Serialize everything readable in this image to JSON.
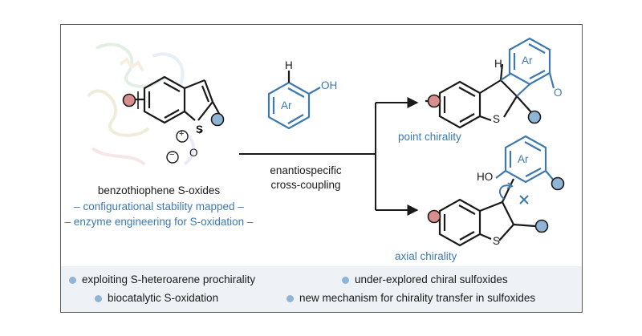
{
  "reagent": {
    "atom_h": "H",
    "group_oh": "OH",
    "ring_label": "Ar"
  },
  "substrate": {
    "name": "benzothiophene S-oxides",
    "atom_s": "S",
    "atom_o": "O",
    "charge_plus": "+",
    "charge_minus": "−"
  },
  "notes": [
    "– configurational stability mapped –",
    "– enzyme engineering for S-oxidation –"
  ],
  "arrow": {
    "label_line1": "enantiospecific",
    "label_line2": "cross-coupling"
  },
  "products": {
    "point": {
      "label": "point chirality",
      "atom_h": "H",
      "atom_o": "O",
      "atom_s": "S",
      "ring_label": "Ar"
    },
    "axial": {
      "label": "axial chirality",
      "group_ho": "HO",
      "atom_s": "S",
      "ring_label": "Ar"
    }
  },
  "bullets": [
    "exploiting S-heteroarene prochirality",
    "under-explored chiral sulfoxides",
    "biocatalytic S-oxidation",
    "new mechanism for chirality transfer in sulfoxides"
  ],
  "colors": {
    "blue": "#3d79b0",
    "red_dot": "#d98e8e",
    "blue_dot": "#8fb4d6",
    "frame": "#5a5a5a"
  },
  "icons": [
    "red-substituent-dot",
    "blue-substituent-dot",
    "rotation-arrow-icon",
    "blocked-rotation-x-icon"
  ]
}
